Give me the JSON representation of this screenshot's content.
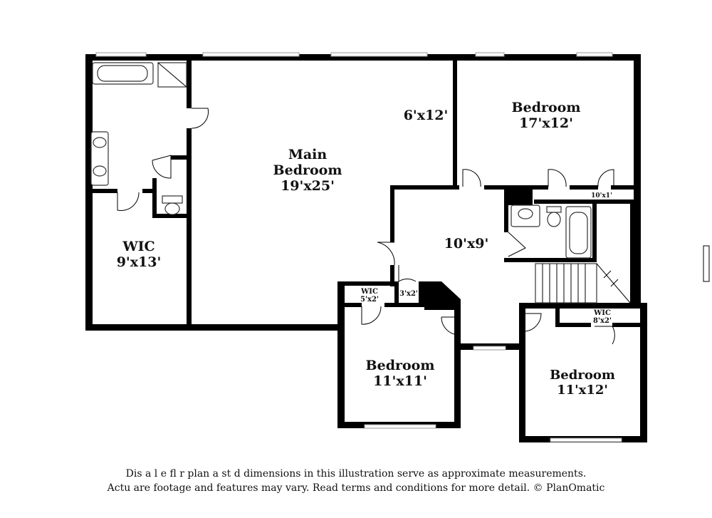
{
  "rooms": {
    "main_bedroom": {
      "name_line1": "Main",
      "name_line2": "Bedroom",
      "size": "19'x25'"
    },
    "bedroom_ne": {
      "name": "Bedroom",
      "size": "17'x12'"
    },
    "wic_west": {
      "name": "WIC",
      "size": "9'x13'"
    },
    "alcove": {
      "size": "6'x12'"
    },
    "hall": {
      "size": "10'x9'"
    },
    "closet_hall": {
      "size": "10'x1'"
    },
    "wic_small": {
      "name": "WIC",
      "size": "5'x2'"
    },
    "closet_small": {
      "size": "3'x2'"
    },
    "bedroom_sw": {
      "name": "Bedroom",
      "size": "11'x11'"
    },
    "bedroom_se": {
      "name": "Bedroom",
      "size": "11'x12'"
    },
    "wic_se": {
      "name": "WIC",
      "size": "8'x2'"
    }
  },
  "disclaimer": {
    "line1": "Dis  a     l  e fl   r plan a  st   d dimensions in this illustration serve as approximate measurements.",
    "line2": "Actu    are footage and features may vary. Read terms and conditions for more detail. © PlanOmatic"
  }
}
